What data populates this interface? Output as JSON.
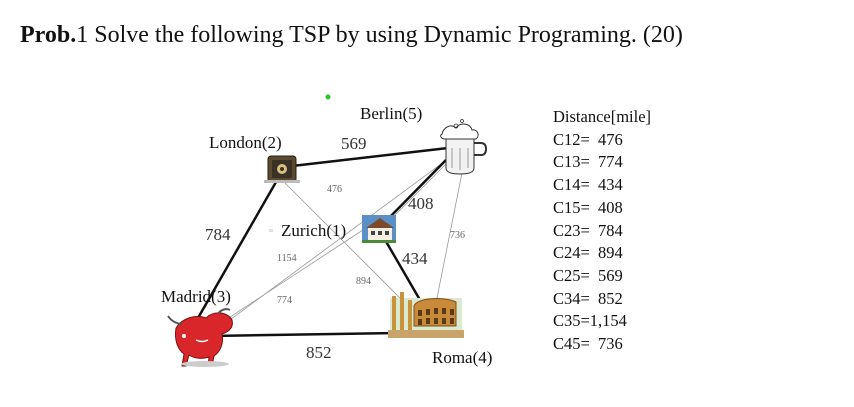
{
  "title": {
    "prefix": "Prob.",
    "text": "1 Solve the following TSP by using Dynamic Programing. (20)"
  },
  "cities": {
    "berlin": "Berlin(5)",
    "london": "London(2)",
    "zurich": "Zurich(1)",
    "madrid": "Madrid(3)",
    "roma": "Roma(4)"
  },
  "edges": {
    "london_berlin": "569",
    "london_madrid": "784",
    "zurich_berlin": "408",
    "zurich_roma": "434",
    "madrid_roma": "852",
    "london_roma": "476",
    "berlin_roma": "736",
    "zurich_madrid": "1154",
    "london_zurich_roma_cross": "894",
    "madrid_berlin": "774"
  },
  "distance_table": {
    "header": "Distance[mile]",
    "rows": [
      "C12=  476",
      "C13=  774",
      "C14=  434",
      "C15=  408",
      "C23=  784",
      "C24=  894",
      "C25=  569",
      "C34=  852",
      "C35=1,154",
      "C45=  736"
    ]
  },
  "icons": [
    "london-building-icon",
    "berlin-beer-mug-icon",
    "zurich-house-icon",
    "madrid-bull-icon",
    "roma-colosseum-icon"
  ]
}
